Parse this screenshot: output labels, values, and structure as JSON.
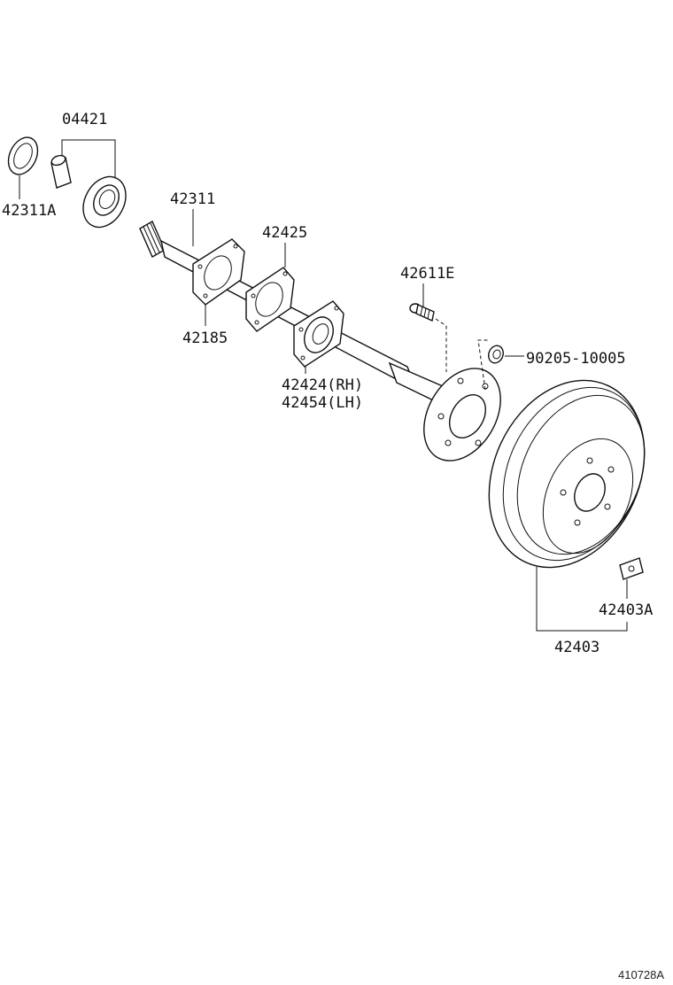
{
  "labels": {
    "bearing_set": "04421",
    "oil_seal": "42311A",
    "axle_shaft": "42311",
    "gasket_outer": "42425",
    "gasket_inner": "42185",
    "retainer_rh": "42424(RH)",
    "retainer_lh": "42454(LH)",
    "hub_bolt": "42611E",
    "nut": "90205-10005",
    "brake_drum": "42403",
    "drum_plug": "42403A"
  },
  "figure_code": "410728A"
}
